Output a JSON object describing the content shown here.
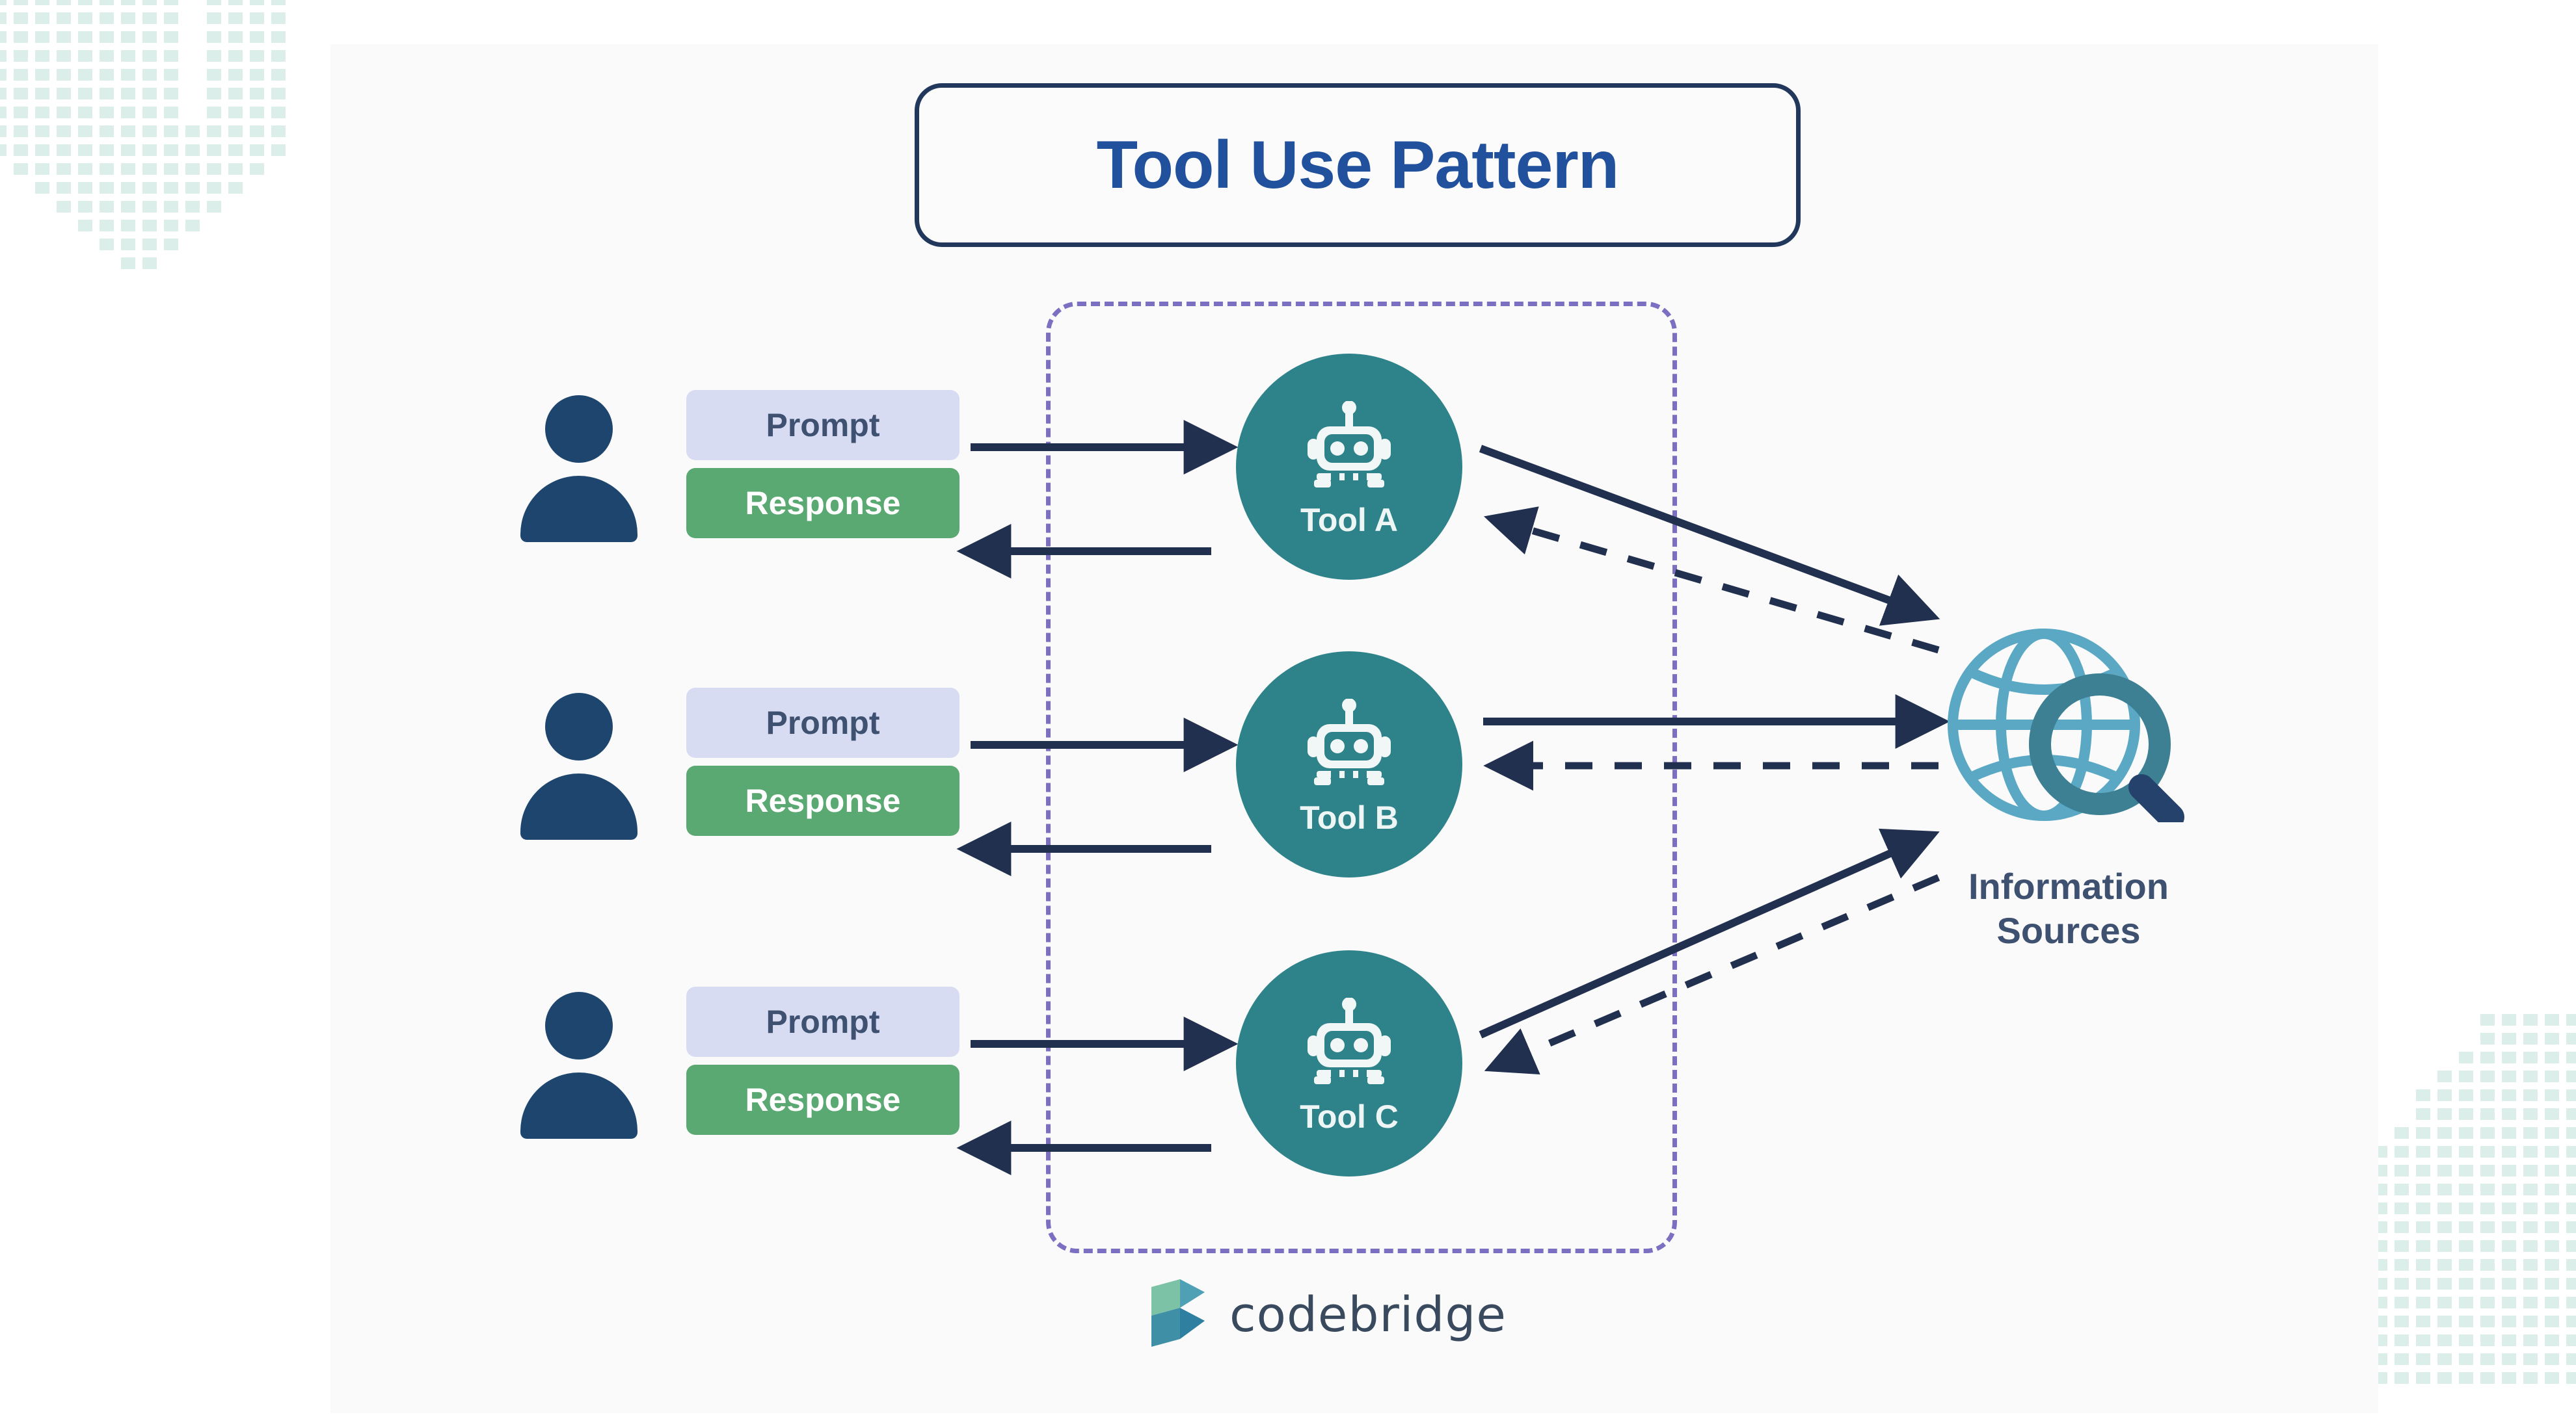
{
  "page": {
    "title": "Tool Use Pattern",
    "background_color": "#ffffff",
    "panel_color": "#fafafb"
  },
  "colors": {
    "title_text": "#21519c",
    "title_border": "#21385c",
    "person": "#1e456e",
    "prompt_bg": "#d7dcf3",
    "prompt_text": "#3f5170",
    "response_bg": "#5aa972",
    "response_text": "#ffffff",
    "tool_circle": "#2e8289",
    "tool_label": "#eef6f5",
    "dashed_container": "#7a6fc0",
    "arrow": "#21304e",
    "globe": "#5aa8c4",
    "magnifier_ring": "#3d7f93",
    "magnifier_handle": "#24426b",
    "info_label": "#3f5170",
    "decor_dots": "#dceeea",
    "logo_word": "#3a4a5e",
    "logo_mark_light": "#6fbfa8",
    "logo_mark_dark": "#3b8aa8"
  },
  "rows": [
    {
      "prompt": "Prompt",
      "response": "Response",
      "tool": "Tool A"
    },
    {
      "prompt": "Prompt",
      "response": "Response",
      "tool": "Tool B"
    },
    {
      "prompt": "Prompt",
      "response": "Response",
      "tool": "Tool C"
    }
  ],
  "information_sources": {
    "line1": "Information",
    "line2": "Sources"
  },
  "logo": {
    "wordmark": "codebridge"
  },
  "icons": {
    "person": "person-icon",
    "robot": "robot-icon",
    "globe": "globe-icon",
    "magnifier": "magnifier-icon",
    "logo_mark": "codebridge-logo-icon"
  },
  "edges": [
    {
      "from": "prompt-a",
      "to": "tool-a",
      "style": "solid",
      "direction": "right"
    },
    {
      "from": "tool-a",
      "to": "response-a",
      "style": "solid",
      "direction": "left"
    },
    {
      "from": "prompt-b",
      "to": "tool-b",
      "style": "solid",
      "direction": "right"
    },
    {
      "from": "tool-b",
      "to": "response-b",
      "style": "solid",
      "direction": "left"
    },
    {
      "from": "prompt-c",
      "to": "tool-c",
      "style": "solid",
      "direction": "right"
    },
    {
      "from": "tool-c",
      "to": "response-c",
      "style": "solid",
      "direction": "left"
    },
    {
      "from": "tool-a",
      "to": "information-sources",
      "style": "solid",
      "direction": "down-right"
    },
    {
      "from": "information-sources",
      "to": "tool-a",
      "style": "dashed",
      "direction": "up-left"
    },
    {
      "from": "tool-b",
      "to": "information-sources",
      "style": "solid",
      "direction": "right"
    },
    {
      "from": "information-sources",
      "to": "tool-b",
      "style": "dashed",
      "direction": "left"
    },
    {
      "from": "tool-c",
      "to": "information-sources",
      "style": "solid",
      "direction": "up-right"
    },
    {
      "from": "information-sources",
      "to": "tool-c",
      "style": "dashed",
      "direction": "down-left"
    }
  ]
}
